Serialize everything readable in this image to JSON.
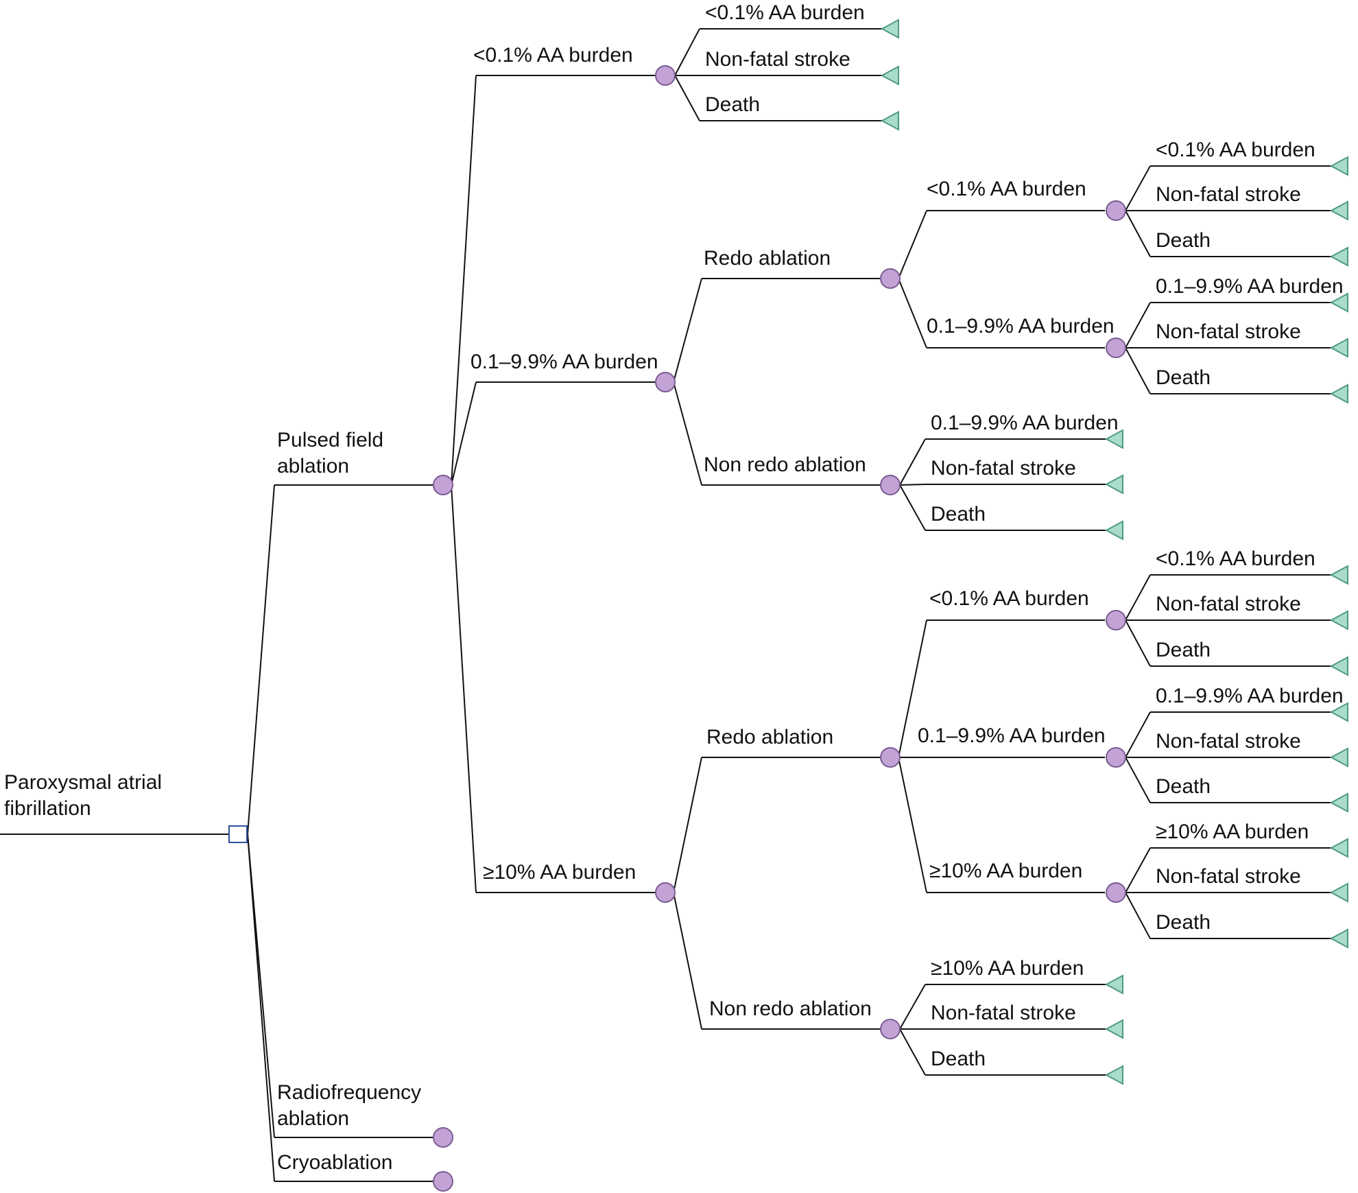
{
  "colors": {
    "line": "#111111",
    "chance_fill": "#c3a3d6",
    "chance_stroke": "#7a5a92",
    "terminal_fill": "#a9dcc9",
    "terminal_stroke": "#4d9a84",
    "decision_stroke": "#2b4f9e",
    "decision_fill": "#ffffff"
  },
  "root": {
    "label": [
      "Paroxysmal atrial",
      "fibrillation"
    ],
    "node": "decision-node",
    "children": [
      {
        "label": [
          "Pulsed field",
          "ablation"
        ],
        "node": "chance-node",
        "children": [
          {
            "label": [
              "<0.1% AA burden"
            ],
            "node": "chance-node",
            "children": [
              {
                "label": [
                  "<0.1% AA burden"
                ],
                "node": "terminal-node"
              },
              {
                "label": [
                  "Non-fatal stroke"
                ],
                "node": "terminal-node"
              },
              {
                "label": [
                  "Death"
                ],
                "node": "terminal-node"
              }
            ]
          },
          {
            "label": [
              "0.1–9.9% AA burden"
            ],
            "node": "chance-node",
            "children": [
              {
                "label": [
                  "Redo ablation"
                ],
                "node": "chance-node",
                "children": [
                  {
                    "label": [
                      "<0.1% AA burden"
                    ],
                    "node": "chance-node",
                    "children": [
                      {
                        "label": [
                          "<0.1% AA burden"
                        ],
                        "node": "terminal-node"
                      },
                      {
                        "label": [
                          "Non-fatal stroke"
                        ],
                        "node": "terminal-node"
                      },
                      {
                        "label": [
                          "Death"
                        ],
                        "node": "terminal-node"
                      }
                    ]
                  },
                  {
                    "label": [
                      "0.1–9.9% AA burden"
                    ],
                    "node": "chance-node",
                    "children": [
                      {
                        "label": [
                          "0.1–9.9% AA burden"
                        ],
                        "node": "terminal-node"
                      },
                      {
                        "label": [
                          "Non-fatal stroke"
                        ],
                        "node": "terminal-node"
                      },
                      {
                        "label": [
                          "Death"
                        ],
                        "node": "terminal-node"
                      }
                    ]
                  }
                ]
              },
              {
                "label": [
                  "Non redo ablation"
                ],
                "node": "chance-node",
                "children": [
                  {
                    "label": [
                      "0.1–9.9% AA burden"
                    ],
                    "node": "terminal-node"
                  },
                  {
                    "label": [
                      "Non-fatal stroke"
                    ],
                    "node": "terminal-node"
                  },
                  {
                    "label": [
                      "Death"
                    ],
                    "node": "terminal-node"
                  }
                ]
              }
            ]
          },
          {
            "label": [
              "≥10% AA burden"
            ],
            "node": "chance-node",
            "children": [
              {
                "label": [
                  "Redo ablation"
                ],
                "node": "chance-node",
                "children": [
                  {
                    "label": [
                      "<0.1% AA burden"
                    ],
                    "node": "chance-node",
                    "children": [
                      {
                        "label": [
                          "<0.1% AA burden"
                        ],
                        "node": "terminal-node"
                      },
                      {
                        "label": [
                          "Non-fatal stroke"
                        ],
                        "node": "terminal-node"
                      },
                      {
                        "label": [
                          "Death"
                        ],
                        "node": "terminal-node"
                      }
                    ]
                  },
                  {
                    "label": [
                      "0.1–9.9% AA burden"
                    ],
                    "node": "chance-node",
                    "children": [
                      {
                        "label": [
                          "0.1–9.9% AA burden"
                        ],
                        "node": "terminal-node"
                      },
                      {
                        "label": [
                          "Non-fatal stroke"
                        ],
                        "node": "terminal-node"
                      },
                      {
                        "label": [
                          "Death"
                        ],
                        "node": "terminal-node"
                      }
                    ]
                  },
                  {
                    "label": [
                      "≥10% AA burden"
                    ],
                    "node": "chance-node",
                    "children": [
                      {
                        "label": [
                          "≥10% AA burden"
                        ],
                        "node": "terminal-node"
                      },
                      {
                        "label": [
                          "Non-fatal stroke"
                        ],
                        "node": "terminal-node"
                      },
                      {
                        "label": [
                          "Death"
                        ],
                        "node": "terminal-node"
                      }
                    ]
                  }
                ]
              },
              {
                "label": [
                  "Non redo ablation"
                ],
                "node": "chance-node",
                "children": [
                  {
                    "label": [
                      "≥10% AA burden"
                    ],
                    "node": "terminal-node"
                  },
                  {
                    "label": [
                      "Non-fatal stroke"
                    ],
                    "node": "terminal-node"
                  },
                  {
                    "label": [
                      "Death"
                    ],
                    "node": "terminal-node"
                  }
                ]
              }
            ]
          }
        ]
      },
      {
        "label": [
          "Radiofrequency",
          "ablation"
        ],
        "node": "chance-node",
        "children": []
      },
      {
        "label": [
          "Cryoablation"
        ],
        "node": "chance-node",
        "children": []
      }
    ]
  }
}
